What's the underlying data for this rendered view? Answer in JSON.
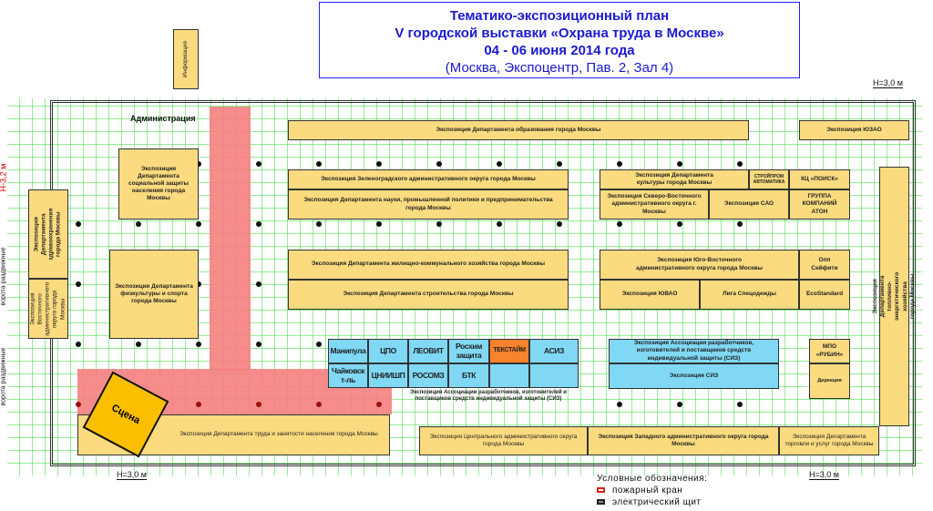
{
  "title": {
    "line1": "Тематико-экспозиционный план",
    "line2": "V городской выставки «Охрана труда в Москве»",
    "line3": "04 - 06 июня 2014 года",
    "line4": "(Москва, Экспоцентр, Пав. 2, Зал 4)"
  },
  "labels": {
    "info": "Информация",
    "admin": "Администрация",
    "height_left": "Н-3,2 м",
    "gate1": "ворота раздвижные",
    "gate2": "ворота раздвижные",
    "h_bottom_left": "Н=3,0 м",
    "h_bottom_right": "Н=3,0 м",
    "h_top_right": "Н=3,0 м",
    "stage": "Сцена"
  },
  "booths": {
    "education": "Экспозиция Департамента образования города Москвы",
    "yuzao": "Экспозиция ЮЗАО",
    "social": "Экспозиция Департамента социальной защиты населения города Москвы",
    "health": "Экспозиция Департамента здравоохранения города Москвы",
    "east": "Экспозиция Восточного административного округа города Москвы",
    "sport": "Экспозиция Департамента физкультуры и спорта города Москвы",
    "zelenograd": "Экспозиция Зеленоградского административного округа города Москвы",
    "science": "Экспозиция Департамента науки, промышленной политики и предпринимательства города Москвы",
    "housing": "Экспозиция Департамента жилищно-коммунального хозяйства города Москвы",
    "construction": "Экспозиция Департамента строительства города Москвы",
    "culture": "Экспозиция Департамента культуры города Москвы",
    "stroyprom": "СТРОЙПРОМ АВТОМАТИКА",
    "poisk": "КЦ «ПОИСК»",
    "northeast": "Экспозиция Северо-Восточного административного округа г. Москвы",
    "sao": "Экспозиция САО",
    "aton": "ГРУППА КОМПАНИЙ АТОН",
    "southeast": "Экспозиция Юго-Восточного административного округа города Москвы",
    "opp": "Опп Сейфити",
    "yuvao": "Экспозиция ЮВАО",
    "liga": "Лига Спецодежды",
    "ecostandard": "EcoStandard",
    "fuel": "Экспозиция Департамента топливно-энергетического хозяйства города Москвы",
    "rubin": "МПО «РУБИН»",
    "direction": "Дирекция",
    "labor": "Экспозиция Департамента труда и занятости населения города Москвы",
    "central": "Экспозиция Центрального административного округа города Москвы",
    "western": "Экспозиция Западного административного округа города Москвы",
    "trade": "Экспозиция Департамента торговли и услуг города Москвы",
    "siz_assoc": "Экспозиция Ассоциации разработчиков, изготовителей и поставщиков средств индивидуальной защиты (СИЗ)",
    "siz_assoc_left": "Экспозиция Ассоциации разработчиков, изготовителей и поставщиков средств индивидуальной защиты (СИЗ)",
    "siz": "Экспозиция СИЗ"
  },
  "siz_stands": {
    "manipula": "Манипула",
    "cpo": "ЦПО",
    "leovit": "ЛЕОВИТ",
    "roskhim": "Росхим защита",
    "tekstaim": "ТЕКСТАЙМ",
    "asiz": "АСИЗ",
    "chaikovsk": "Чайковск т-ль",
    "cniishp": "ЦНИИШП",
    "rosomz": "РОСОМЗ",
    "btk": "БТК"
  },
  "legend": {
    "title": "Условные обозначения:",
    "fire": "пожарный кран",
    "electric": "электрический щит"
  },
  "colors": {
    "booth": "#fbdb7f",
    "siz": "#80d8f5",
    "highlight": "#f9832c",
    "corridor": "#f58080",
    "title": "#1a1ad0"
  }
}
